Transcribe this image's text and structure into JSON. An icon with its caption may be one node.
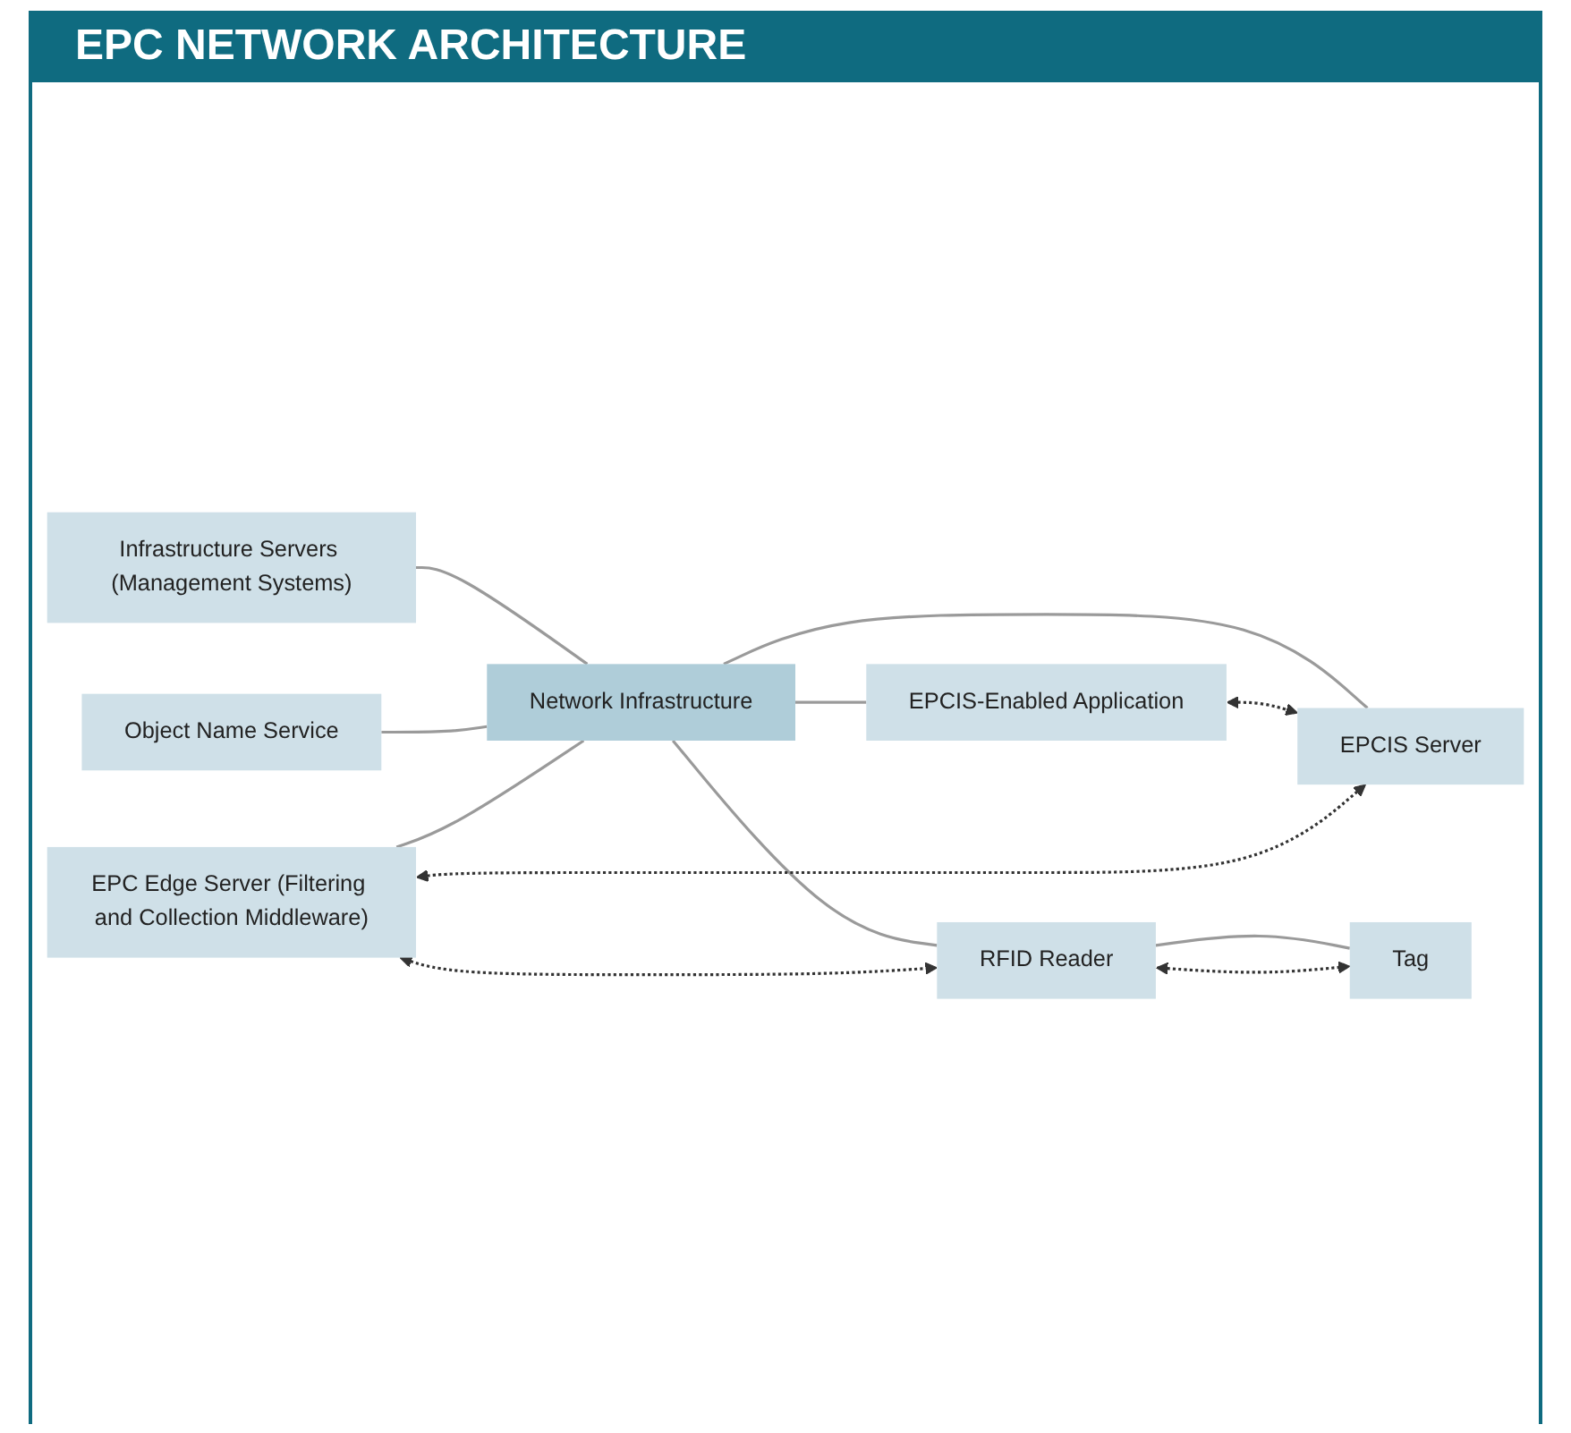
{
  "diagram": {
    "title": "EPC NETWORK ARCHITECTURE",
    "nodes": [
      {
        "text": [
          "Infrastructure Servers (Management Systems)"
        ]
      },
      {
        "text": [
          "EPCIS-Enabled Application"
        ]
      },
      {
        "text": [
          "Object Name Service"
        ]
      },
      {
        "text": [
          "Network Infrastructure"
        ]
      },
      {
        "text": [
          "EPC Edge Server (Filtering and Collection Middleware)"
        ]
      },
      {
        "text": [
          "EPCIS Server"
        ]
      },
      {
        "text": [
          "RFID Reader"
        ]
      },
      {
        "text": [
          "Tag"
        ]
      }
    ],
    "edges": [
      {
        "from": 0,
        "to": 3,
        "arrow": "none"
      },
      {
        "from": 2,
        "to": 3,
        "arrow": "none"
      },
      {
        "from": 4,
        "to": 3,
        "arrow": "none"
      },
      {
        "from": 3,
        "to": 1,
        "arrow": "none"
      },
      {
        "from": 3,
        "to": 5,
        "arrow": "none"
      },
      {
        "from": 3,
        "to": 6,
        "arrow": "none"
      },
      {
        "from": 6,
        "to": 7,
        "arrow": "none"
      },
      {
        "from": 1,
        "to": 5,
        "arrow": "both",
        "style": "dashed",
        "color": "#333333"
      },
      {
        "from": 4,
        "to": 5,
        "arrow": "both",
        "style": "dashed",
        "color": "#333333"
      },
      {
        "from": 4,
        "to": 6,
        "arrow": "both",
        "style": "dashed",
        "color": "#333333"
      },
      {
        "from": 6,
        "to": 7,
        "arrow": "both",
        "style": "dashed",
        "color": "#333333"
      }
    ]
  }
}
